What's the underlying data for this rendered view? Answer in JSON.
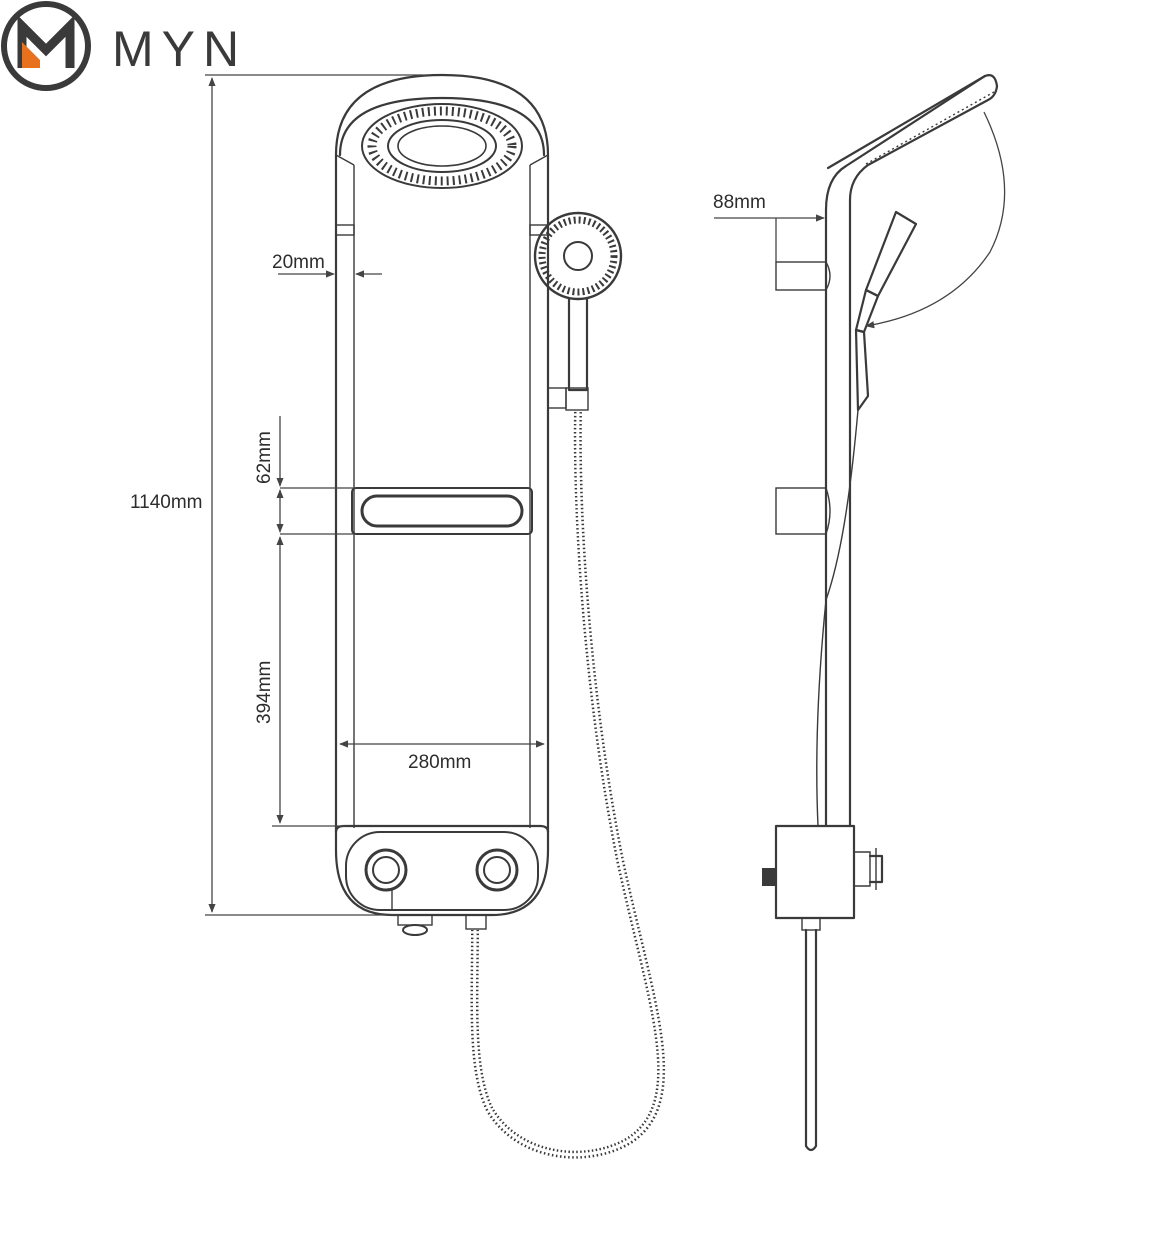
{
  "brand": {
    "name": "MYN",
    "logo_icon": "myn-logo-icon",
    "accent_color": "#e8711e",
    "line_color": "#3a3a3a"
  },
  "dimensions": {
    "height_total": "1140mm",
    "wall_gap": "20mm",
    "shelf_height": "62mm",
    "lower_section": "394mm",
    "panel_width": "280mm",
    "side_offset": "88mm"
  }
}
